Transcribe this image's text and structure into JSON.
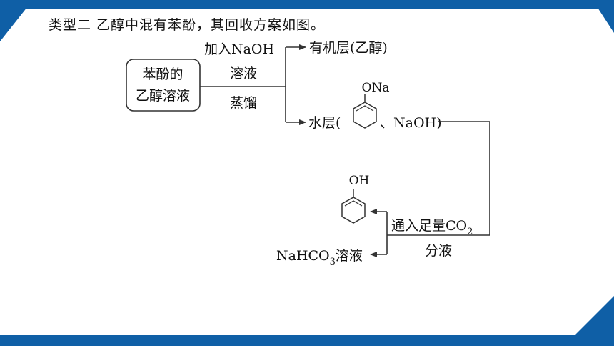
{
  "heading": "类型二  乙醇中混有苯酚，其回收方案如图。",
  "start_box": {
    "line1": "苯酚的",
    "line2": "乙醇溶液"
  },
  "step1": {
    "reagent_line1": "加入NaOH",
    "reagent_line2": "溶液",
    "operation": "蒸馏"
  },
  "organic_layer": "有机层(乙醇)",
  "aqueous_layer": {
    "prefix": "水层(",
    "suffix": "、NaOH)",
    "structure_label": "ONa"
  },
  "step2": {
    "reagent": "通入足量CO",
    "reagent_subscript": "2",
    "operation": "分液"
  },
  "phenol_label": "OH",
  "byproduct": {
    "text": "NaHCO",
    "subscript": "3",
    "suffix": "溶液"
  },
  "colors": {
    "frame_blue": "#0f5fa6",
    "line": "#333333"
  }
}
